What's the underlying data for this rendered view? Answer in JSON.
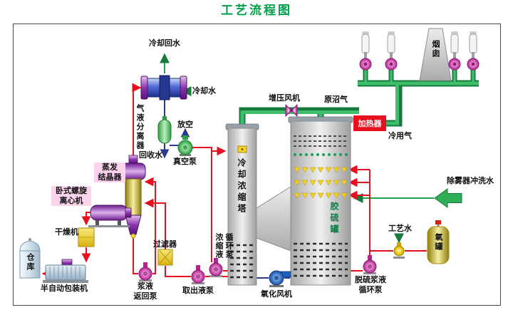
{
  "title": "工艺流程图",
  "colors": {
    "title_green": "#00a04a",
    "pipe_green": "#2fae58",
    "flow_red": "#e8101e",
    "heater_red": "#e8101e",
    "label_pink_bg": "#fbd3ec",
    "tank_label_green": "#0b7d46"
  },
  "labels": {
    "cooling_return_water": "冷却回水",
    "cooling_water": "冷却水",
    "gas_liquid_separator": "气液分离器",
    "vent": "放空",
    "vacuum_pump": "真空泵",
    "recovered_water": "回收水",
    "evaporation_crystallizer": "蒸发\n结晶器",
    "horizontal_screw_centrifuge": "卧式螺旋\n离心机",
    "dryer": "干燥机",
    "warehouse": "仓库",
    "packing_machine": "半自动包装机",
    "slurry_return_pump": "浆液\n返回泵",
    "filter": "过滤器",
    "takeout_pump": "取出液泵",
    "concentrate_circulation_pump": "浓缩液\n循环泵",
    "cooling_concentration_tower": "冷却浓缩塔",
    "oxidation_fan": "氧化风机",
    "desulfurization_tank": "胶硫罐",
    "desulf_slurry_circulation_pump": "脱硫浆液\n循环泵",
    "booster_fan": "增压风机",
    "raw_biogas": "原沼气",
    "heater": "加热器",
    "cold_gas": "冷用气",
    "chimney": "烟囱",
    "demister_flush_water": "除雾器冲洗水",
    "process_water": "工艺水",
    "oxygen_tank": "氧罐"
  }
}
